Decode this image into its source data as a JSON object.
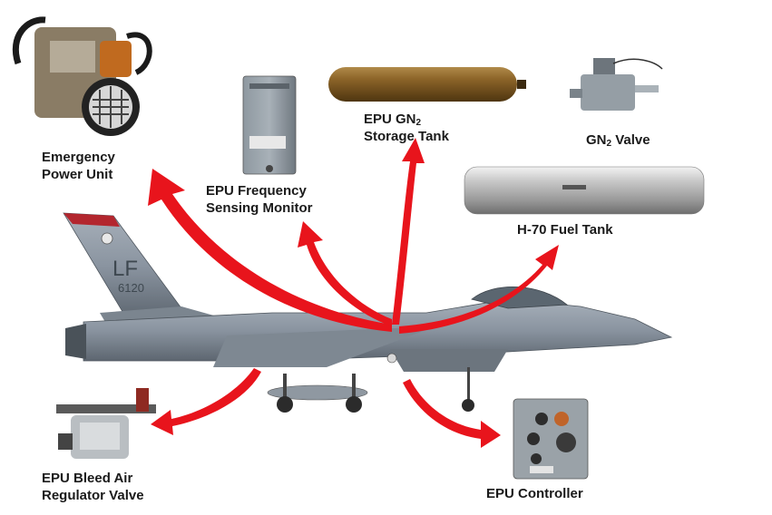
{
  "labels": {
    "epu": [
      "Emergency",
      "Power Unit"
    ],
    "fsm": [
      "EPU Frequency",
      "Sensing Monitor"
    ],
    "gn2_tank": {
      "line1_prefix": "EPU GN",
      "sub": "2",
      "line2": "Storage Tank"
    },
    "gn2_valve": {
      "prefix": "GN",
      "sub": "2",
      "suffix": " Valve"
    },
    "fuel_tank": "H-70 Fuel Tank",
    "bleed_valve": [
      "EPU Bleed Air",
      "Regulator Valve"
    ],
    "controller": "EPU Controller"
  },
  "aircraft": {
    "tail_code": "LF",
    "tail_number": "6120"
  },
  "colors": {
    "arrow": "#e8141c",
    "aircraft": "#8a94a0",
    "text": "#1a1a1a"
  }
}
